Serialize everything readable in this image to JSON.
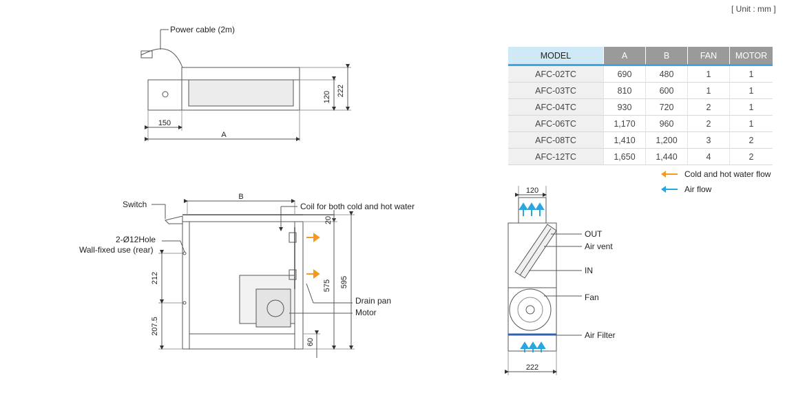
{
  "unit_label": "[ Unit : mm ]",
  "colors": {
    "water_flow": "#f39a1e",
    "air_flow": "#2aa6df",
    "header_bg": "#9a9a9a",
    "model_header_bg": "#cfe9f7",
    "filter_line": "#2f5fae"
  },
  "top_view": {
    "power_cable_label": "Power cable (2m)",
    "dim_120": "120",
    "dim_222": "222",
    "dim_150": "150",
    "dim_a": "A"
  },
  "front_view": {
    "switch_label": "Switch",
    "hole_label_1": "2-Ø12Hole",
    "hole_label_2": "Wall-fixed use (rear)",
    "coil_label": "Coil for both cold and hot water",
    "drain_label": "Drain pan",
    "motor_label": "Motor",
    "dim_b": "B",
    "dim_20": "20",
    "dim_575": "575",
    "dim_595": "595",
    "dim_212": "212",
    "dim_207_5": "207.5",
    "dim_60": "60"
  },
  "side_view": {
    "dim_120": "120",
    "dim_222": "222",
    "out_label": "OUT",
    "air_vent_label": "Air vent",
    "in_label": "IN",
    "fan_label": "Fan",
    "air_filter_label": "Air Filter"
  },
  "table": {
    "headers": [
      "MODEL",
      "A",
      "B",
      "FAN",
      "MOTOR"
    ],
    "rows": [
      [
        "AFC-02TC",
        "690",
        "480",
        "1",
        "1"
      ],
      [
        "AFC-03TC",
        "810",
        "600",
        "1",
        "1"
      ],
      [
        "AFC-04TC",
        "930",
        "720",
        "2",
        "1"
      ],
      [
        "AFC-06TC",
        "1,170",
        "960",
        "2",
        "1"
      ],
      [
        "AFC-08TC",
        "1,410",
        "1,200",
        "3",
        "2"
      ],
      [
        "AFC-12TC",
        "1,650",
        "1,440",
        "4",
        "2"
      ]
    ]
  },
  "legend": {
    "water": "Cold and hot water flow",
    "air": "Air flow"
  }
}
